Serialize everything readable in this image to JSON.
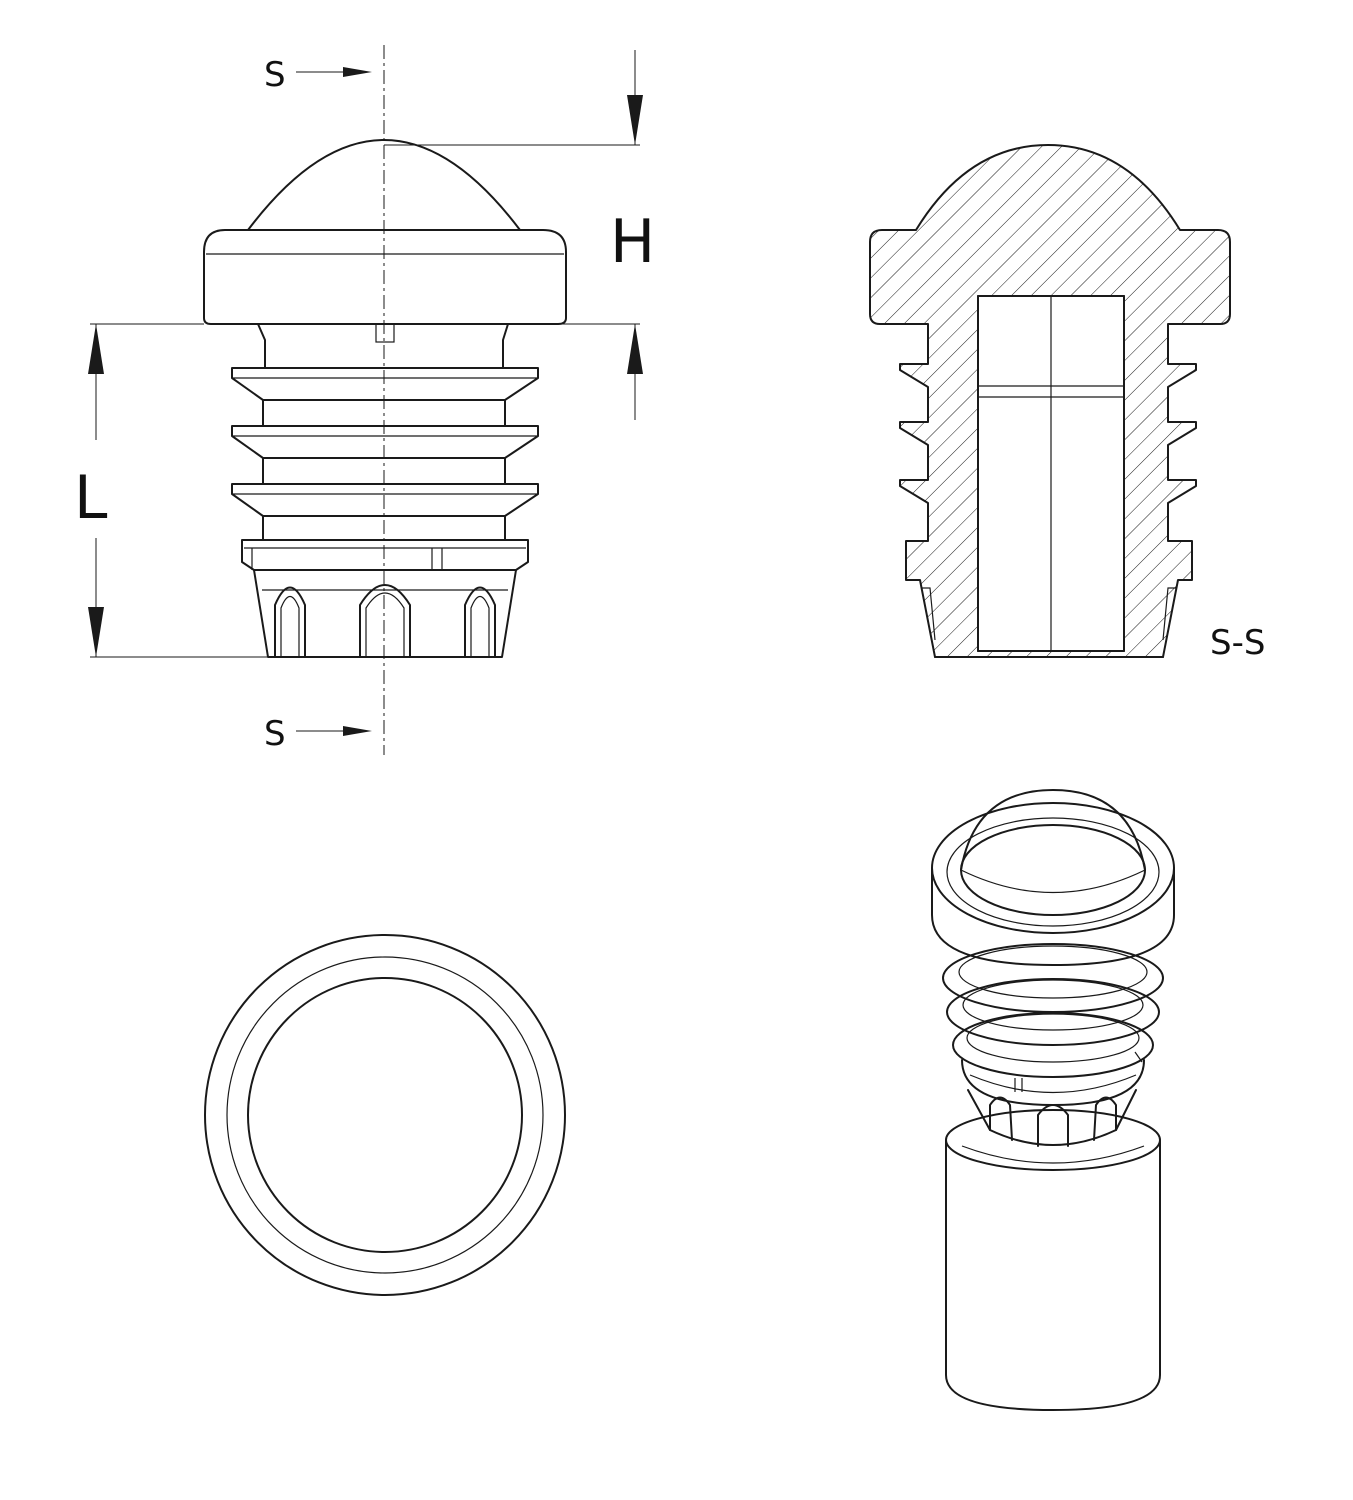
{
  "labels": {
    "height": "H",
    "length": "L",
    "section_top": "S",
    "section_bottom": "S",
    "section_view": "S-S"
  },
  "colors": {
    "line": "#1a1a1a",
    "background": "#ffffff"
  }
}
